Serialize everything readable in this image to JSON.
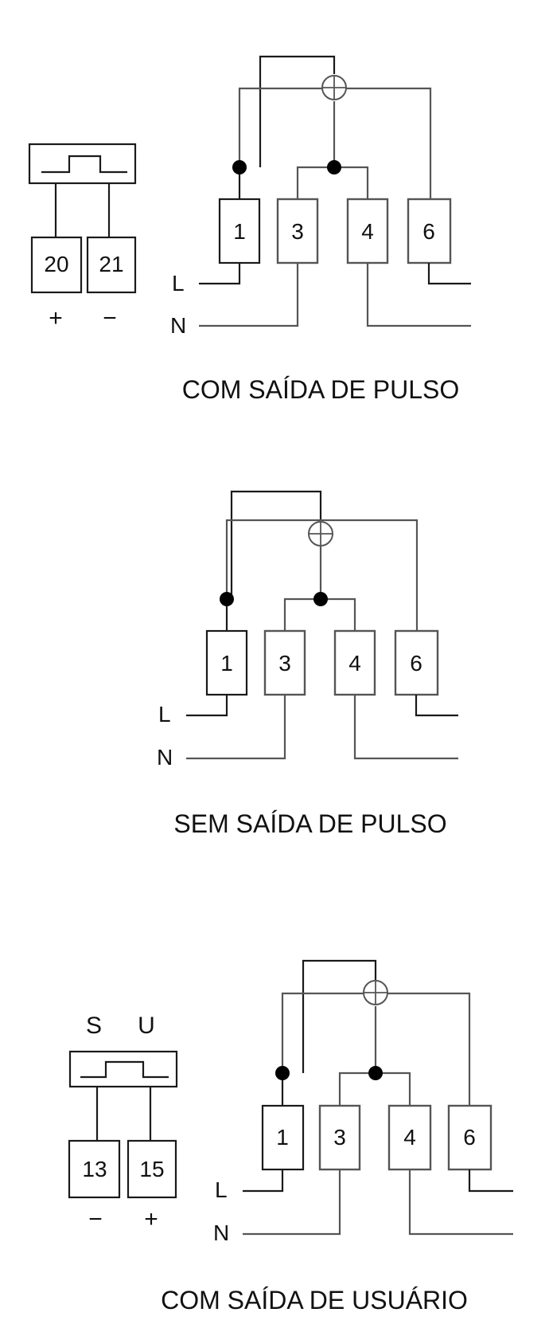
{
  "diagrams": [
    {
      "terminals": [
        "1",
        "3",
        "4",
        "6"
      ],
      "lines": [
        "L",
        "N"
      ],
      "caption": "COM SAÍDA DE PULSO",
      "aux": {
        "terminals": [
          "20",
          "21"
        ],
        "polarity": [
          "+",
          "−"
        ]
      }
    },
    {
      "terminals": [
        "1",
        "3",
        "4",
        "6"
      ],
      "lines": [
        "L",
        "N"
      ],
      "caption": "SEM SAÍDA DE PULSO"
    },
    {
      "terminals": [
        "1",
        "3",
        "4",
        "6"
      ],
      "lines": [
        "L",
        "N"
      ],
      "caption": "COM SAÍDA DE USUÁRIO",
      "aux": {
        "top_labels": [
          "S",
          "U"
        ],
        "terminals": [
          "13",
          "15"
        ],
        "polarity": [
          "−",
          "+"
        ]
      }
    }
  ]
}
